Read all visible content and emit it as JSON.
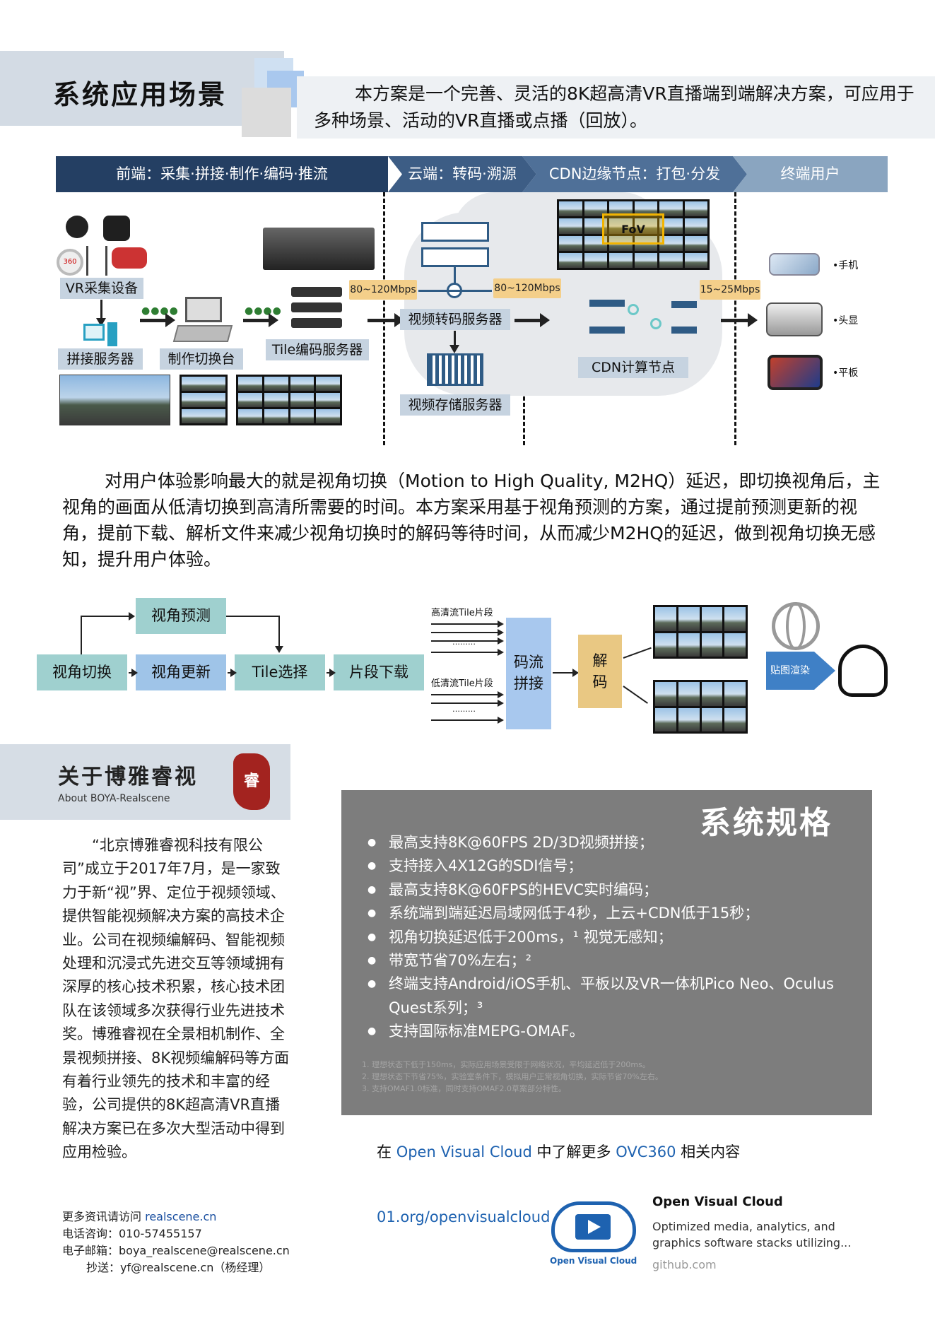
{
  "header": {
    "title": "系统应用场景",
    "intro": "本方案是一个完善、灵活的8K超高清VR直播端到端解决方案，可应用于多种场景、活动的VR直播或点播（回放）。"
  },
  "pipeline": {
    "segments": [
      "前端：采集·拼接·制作·编码·推流",
      "云端：转码·溯源",
      "CDN边缘节点：打包·分发",
      "终端用户"
    ],
    "labels": {
      "vr_capture": "VR采集设备",
      "stitch_server": "拼接服务器",
      "switcher": "制作切换台",
      "tile_encoder": "Tile编码服务器",
      "transcode_server": "视频转码服务器",
      "storage_server": "视频存储服务器",
      "cdn_node": "CDN计算节点",
      "fov": "FoV",
      "tag_360": "360"
    },
    "rates": [
      "80~120Mbps",
      "80~120Mbps",
      "15~25Mbps"
    ],
    "devices": [
      "•手机",
      "•头显",
      "•平板"
    ]
  },
  "paragraph": "对用户体验影响最大的就是视角切换（Motion to High Quality, M2HQ）延迟，即切换视角后，主视角的画面从低清切换到高清所需要的时间。本方案采用基于视角预测的方案，通过提前预测更新的视角，提前下载、解析文件来减少视角切换时的解码等待时间，从而减少M2HQ的延迟，做到视角切换无感知，提升用户体验。",
  "flow": {
    "view_predict": "视角预测",
    "view_switch": "视角切换",
    "view_update": "视角更新",
    "tile_select": "Tile选择",
    "segment_download": "片段下载",
    "hq_tile": "高清流Tile片段",
    "lq_tile": "低清流Tile片段",
    "stream_stitch": "码流拼接",
    "decode": "解码",
    "render": "贴图渲染",
    "ellipsis": "………"
  },
  "about": {
    "title": "关于博雅睿视",
    "subtitle": "About  BOYA-Realscene",
    "seal": "睿",
    "body": "“北京博雅睿视科技有限公司”成立于2017年7月，是一家致力于新“视”界、定位于视频领域、提供智能视频解决方案的高技术企业。公司在视频编解码、智能视频处理和沉浸式先进交互等领域拥有深厚的核心技术积累，核心技术团队在该领域多次获得行业先进技术奖。博雅睿视在全景相机制作、全景视频拼接、8K视频编解码等方面有着行业领先的技术和丰富的经验，公司提供的8K超高清VR直播解决方案已在多次大型活动中得到应用检验。",
    "contact": {
      "visit_label": "更多资讯请访问",
      "visit_link": "realscene.cn",
      "phone": "电话咨询：010-57455157",
      "email": "电子邮箱：boya_realscene@realscene.cn",
      "cc": "抄送：yf@realscene.cn（杨经理）"
    }
  },
  "spec": {
    "title": "系统规格",
    "items": [
      "最高支持8K@60FPS 2D/3D视频拼接；",
      "支持接入4X12G的SDI信号；",
      "最高支持8K@60FPS的HEVC实时编码；",
      "系统端到端延迟局域网低于4秒，上云+CDN低于15秒；",
      "视角切换延迟低于200ms，¹ 视觉无感知；",
      "带宽节省70%左右；²",
      "终端支持Android/iOS手机、平板以及VR一体机Pico Neo、Oculus  Quest系列；³",
      "支持国际标准MEPG-OMAF。"
    ],
    "notes": [
      "1. 理想状态下低于150ms，实际应用场景受限于网络状况，平均延迟低于200ms。",
      "2. 理想状态下节省75%，实验室条件下，模拟用户正常视角切换，实际节省70%左右。",
      "3. 支持OMAF1.0标准，同时支持OMAF2.0草案部分特性。"
    ]
  },
  "ovc": {
    "line_prefix": "在",
    "line_link1": "Open Visual Cloud",
    "line_mid": "中了解更多",
    "line_link2": "OVC360",
    "line_suffix": "相关内容",
    "url": "01.org/openvisualcloud",
    "card_title": "Open Visual Cloud",
    "card_desc": "Optimized media, analytics, and graphics software stacks utilizing...",
    "card_host": "github.com",
    "logo_text": "Open Visual Cloud"
  },
  "colors": {
    "pipeline_dark": "#243f63",
    "pipeline_light": "#8aa5c0",
    "label_bg": "#c6d3e0",
    "rate_bg": "#f4cf8a",
    "teal_box": "#9fd0cf",
    "blue_box": "#9fc4e8",
    "decode_box": "#e9c883",
    "spec_bg": "#7d7d7d",
    "link_blue": "#1e62b0",
    "seal_red": "#a3231f"
  }
}
